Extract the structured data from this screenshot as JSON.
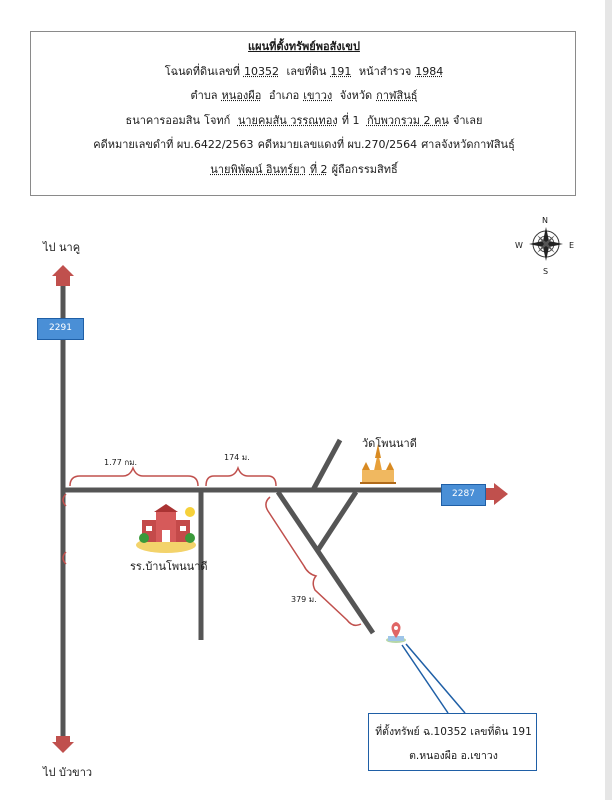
{
  "header": {
    "title": "แผนที่ตั้งทรัพย์พอสังเขป",
    "l2": {
      "a": "โฉนดที่ดินเลขที่",
      "b": "10352",
      "c": "เลขที่ดิน",
      "d": "191",
      "e": "หน้าสำรวจ",
      "f": "1984"
    },
    "l3": {
      "a": "ตำบล",
      "b": "หนองผือ",
      "c": "อำเภอ",
      "d": "เขาวง",
      "e": "จังหวัด",
      "f": "กาฬสินธุ์"
    },
    "l4": {
      "a": "ธนาคารออมสิน",
      "b": "โจทก์",
      "c": "นายคมสัน วรรณทอง",
      "d": "ที่ 1",
      "e": "กับพวกรวม 2 คน",
      "f": "จำเลย"
    },
    "l5": {
      "a": "คดีหมายเลขดำที่ ผบ.6422/2563",
      "b": "คดีหมายเลขแดงที่ ผบ.270/2564",
      "c": "ศาลจังหวัดกาฬสินธุ์"
    },
    "l6": {
      "a": "นายพิพัฒน์ อินทร์ยา",
      "b": "ที่ 2",
      "c": "ผู้ถือกรรมสิทธิ์"
    }
  },
  "compass": {
    "n": "N",
    "e": "E",
    "s": "S",
    "w": "W"
  },
  "map": {
    "to_north": "ไป นาคู",
    "to_south": "ไป บัวขาว",
    "road_vertical": "2291",
    "road_east": "2287",
    "dist_1": "1.77 กม.",
    "dist_2": "174 ม.",
    "dist_3": "379 ม.",
    "temple": "วัดโพนนาดี",
    "school": "รร.บ้านโพนนาดี"
  },
  "callout": {
    "line1": "ที่ตั้งทรัพย์ ฉ.10352  เลขที่ดิน 191",
    "line2": "ต.หนองผือ อ.เขาวง"
  },
  "colors": {
    "road": "#555555",
    "arrow": "#c0504d",
    "sign": "#4a8fd6",
    "bracket": "#c0504d"
  }
}
